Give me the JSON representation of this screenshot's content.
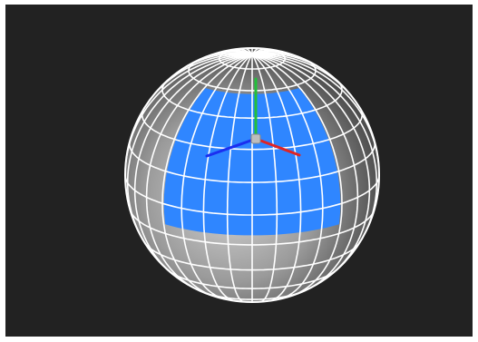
{
  "viewport": {
    "background_color": "#222222",
    "frame_color": "#ffffff"
  },
  "sphere": {
    "shading": "lit-gray",
    "wireframe": true,
    "wireframe_color": "#ffffff",
    "base_color": "#9a9a9a",
    "highlight_color": "#d8d8d8",
    "shadow_color": "#444444"
  },
  "selection": {
    "name": "selected-faces",
    "color": "#2f86ff",
    "state": "selected"
  },
  "gizmo": {
    "type": "transform-axes",
    "axes": [
      {
        "name": "y-axis",
        "color": "#22c03a"
      },
      {
        "name": "x-axis",
        "color": "#e02424"
      },
      {
        "name": "z-axis",
        "color": "#1b2ff0"
      }
    ],
    "pivot_color": "#bdbdbd"
  }
}
